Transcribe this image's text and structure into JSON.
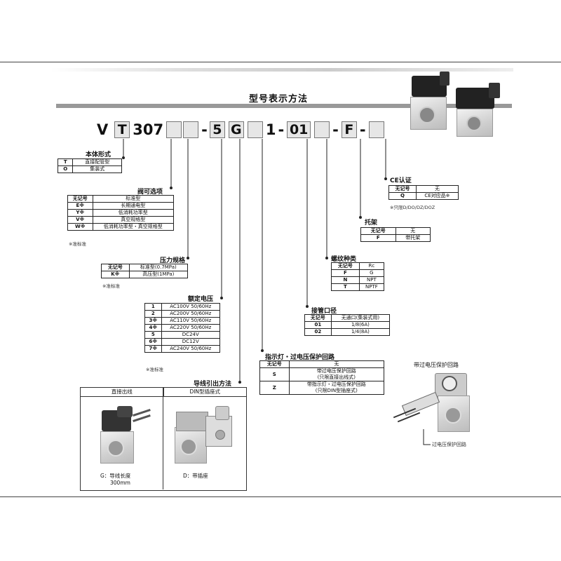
{
  "title": "型号表示方法",
  "code": {
    "parts": [
      "V",
      "T",
      "307",
      "",
      "",
      "-",
      "5",
      "G",
      "",
      "1",
      "-",
      "01",
      "",
      "-",
      "F",
      "-",
      ""
    ]
  },
  "body_form": {
    "title": "本体形式",
    "rows": [
      [
        "T",
        "直接配管型"
      ],
      [
        "O",
        "集装式"
      ]
    ]
  },
  "valve_option": {
    "title": "阀可选项",
    "rows": [
      [
        "无记号",
        "标准型"
      ],
      [
        "E※",
        "长期通电型"
      ],
      [
        "Y※",
        "低消耗功率型"
      ],
      [
        "V※",
        "真空规格型"
      ],
      [
        "W※",
        "低消耗功率型・真空规格型"
      ]
    ],
    "note": "※准标准"
  },
  "pressure": {
    "title": "压力规格",
    "rows": [
      [
        "无记号",
        "标准型(0.7MPa)"
      ],
      [
        "K※",
        "高压型(1MPa)"
      ]
    ],
    "note": "※准标准"
  },
  "voltage": {
    "title": "额定电压",
    "rows": [
      [
        "1",
        "AC100V 50/60Hz"
      ],
      [
        "2",
        "AC200V 50/60Hz"
      ],
      [
        "3※",
        "AC110V 50/60Hz"
      ],
      [
        "4※",
        "AC220V 50/60Hz"
      ],
      [
        "5",
        "DC24V"
      ],
      [
        "6※",
        "DC12V"
      ],
      [
        "7※",
        "AC240V 50/60Hz"
      ]
    ],
    "note": "※准标准"
  },
  "lead": {
    "title": "导线引出方法",
    "panels": [
      "直接出线",
      "DIN型插座式"
    ],
    "cap_g_1": "G：导线长度",
    "cap_g_2": "300mm",
    "cap_d": "D：带插座"
  },
  "indicator": {
    "title": "指示灯・过电压保护回路",
    "rows": [
      [
        "无记号",
        "无"
      ],
      [
        "S",
        "带过电压保护回路",
        "(只限直接出线式)"
      ],
      [
        "Z",
        "带指示灯・过电压保护回路",
        "(只限DIN型插座式)"
      ]
    ]
  },
  "port": {
    "title": "接管口径",
    "rows": [
      [
        "无记号",
        "无通口(集装式用)"
      ],
      [
        "01",
        "1/8(6A)"
      ],
      [
        "02",
        "1/4(8A)"
      ]
    ]
  },
  "thread": {
    "title": "螺纹种类",
    "rows": [
      [
        "无记号",
        "Rc"
      ],
      [
        "F",
        "G"
      ],
      [
        "N",
        "NPT"
      ],
      [
        "T",
        "NPTF"
      ]
    ]
  },
  "bracket": {
    "title": "托架",
    "rows": [
      [
        "无记号",
        "无"
      ],
      [
        "F",
        "带托架"
      ]
    ]
  },
  "ce": {
    "title": "CE认证",
    "rows": [
      [
        "无记号",
        "无"
      ],
      [
        "Q",
        "CE对应品※"
      ]
    ],
    "note": "※只限D/DO/DZ/DOZ"
  },
  "surge": {
    "title": "带过电压保护回路",
    "label": "过电压保护回路"
  }
}
